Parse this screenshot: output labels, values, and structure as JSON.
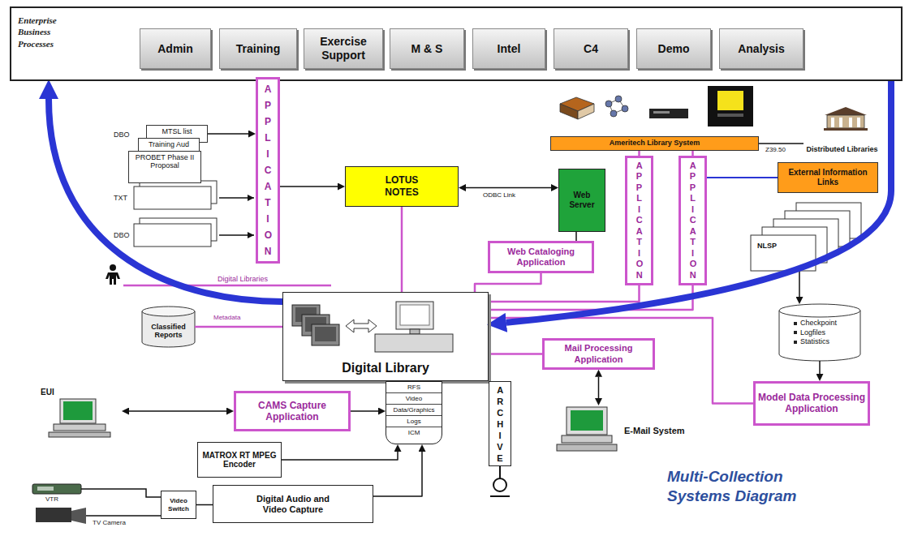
{
  "diagram": {
    "caption": "Multi-Collection Systems Diagram",
    "nodes": [
      {
        "text": [
          "Enterprise Business Processes"
        ]
      },
      {
        "text": [
          "Admin"
        ],
        "in": 0
      },
      {
        "text": [
          "Training"
        ],
        "in": 0
      },
      {
        "text": [
          "Exercise Support"
        ],
        "in": 0
      },
      {
        "text": [
          "M & S"
        ],
        "in": 0
      },
      {
        "text": [
          "Intel"
        ],
        "in": 0
      },
      {
        "text": [
          "C4"
        ],
        "in": 0
      },
      {
        "text": [
          "Demo"
        ],
        "in": 0
      },
      {
        "text": [
          "Analysis"
        ],
        "in": 0
      },
      {
        "text": [
          "MTSL list"
        ]
      },
      {
        "text": [
          "Training Aud"
        ]
      },
      {
        "text": [
          "PROBET Phase II Proposal"
        ]
      },
      {
        "text": [
          "APPLICATION"
        ]
      },
      {
        "text": [
          "LOTUS NOTES"
        ]
      },
      {
        "text": [
          "Web Server"
        ]
      },
      {
        "text": [
          "Web Cataloging Application"
        ]
      },
      {
        "text": [
          "Ameritech Library System"
        ]
      },
      {
        "text": [
          "APPLICATION"
        ]
      },
      {
        "text": [
          "APPLICATION"
        ]
      },
      {
        "text": [
          "Distributed Libraries"
        ]
      },
      {
        "text": [
          "External Information Links"
        ]
      },
      {
        "text": [
          "Digital Library"
        ]
      },
      {
        "text": [
          "Mail Processing Application"
        ]
      },
      {
        "text": [
          "Model Data Processing Application"
        ]
      },
      {
        "text": [
          "CAMS Capture Application"
        ]
      },
      {
        "text": [
          "ARCHIVE"
        ]
      },
      {
        "text": [
          "MATROX RT MPEG Encoder"
        ]
      },
      {
        "text": [
          "Digital Audio and Video Capture"
        ]
      },
      {
        "text": [
          "Video Switch"
        ]
      },
      {
        "text": [
          "E-Mail System"
        ]
      },
      {
        "text": [
          "Checkpoint",
          "Logfiles",
          "Statistics"
        ]
      },
      {
        "text": [
          "Classified Reports"
        ]
      },
      {
        "text": [
          "RFS",
          "Video",
          "Data/Graphics",
          "Logs",
          "ICM"
        ]
      },
      {
        "text": [
          "EUI"
        ]
      },
      {
        "text": [
          "NLSP"
        ]
      }
    ],
    "edges": [
      {
        "from": 9,
        "to": 12,
        "arrow": "to"
      },
      {
        "from": 12,
        "to": 13,
        "arrow": "to"
      },
      {
        "from": 13,
        "to": 14,
        "label": "ODBC Link",
        "arrow": "both"
      },
      {
        "from": 14,
        "to": 15,
        "arrow": "none"
      },
      {
        "from": 15,
        "to": 21,
        "arrow": "none"
      },
      {
        "from": 13,
        "to": 21,
        "arrow": "none"
      },
      {
        "from": 16,
        "to": 17,
        "arrow": "none"
      },
      {
        "from": 16,
        "to": 18,
        "arrow": "none"
      },
      {
        "from": 17,
        "to": 21,
        "arrow": "none"
      },
      {
        "from": 18,
        "to": 21,
        "arrow": "none"
      },
      {
        "from": 16,
        "to": 19,
        "label": "Z39.50",
        "arrow": "none"
      },
      {
        "from": 20,
        "to": 18,
        "arrow": "none"
      },
      {
        "from": 34,
        "to": 30,
        "arrow": "to"
      },
      {
        "from": 30,
        "to": 23,
        "arrow": "to"
      },
      {
        "from": 21,
        "to": 22,
        "arrow": "none"
      },
      {
        "from": 21,
        "to": 23,
        "arrow": "none"
      },
      {
        "from": 22,
        "to": 29,
        "arrow": "both"
      },
      {
        "from": 33,
        "to": 24,
        "arrow": "both"
      },
      {
        "from": 24,
        "to": 32,
        "arrow": "to"
      },
      {
        "from": 26,
        "to": 32,
        "arrow": "to"
      },
      {
        "from": 27,
        "to": 32,
        "arrow": "to"
      },
      {
        "from": 28,
        "to": 27,
        "arrow": "none"
      },
      {
        "from": 31,
        "to": 21,
        "label": "Metadata",
        "arrow": "none"
      },
      {
        "from": 21,
        "to": 0,
        "arrow": "to"
      },
      {
        "from": 0,
        "to": 21,
        "arrow": "to"
      }
    ],
    "labels": [
      "DBO",
      "TXT",
      "DBO",
      "Digital Libraries",
      "VTR",
      "TV Camera"
    ]
  }
}
